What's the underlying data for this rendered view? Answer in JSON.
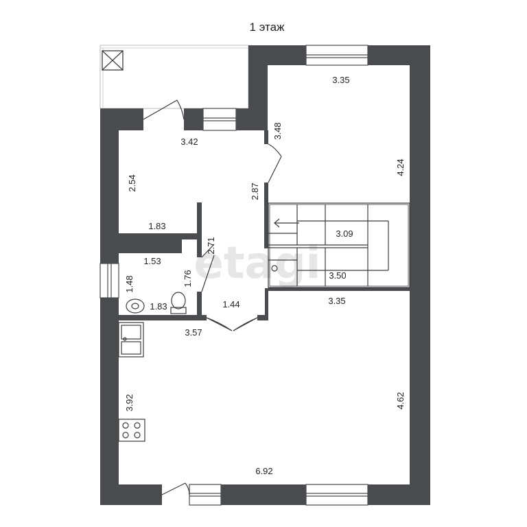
{
  "title": "1 этаж",
  "watermark": "etagi",
  "colors": {
    "wall": "#4a4b4e",
    "line": "#3a3a3a",
    "background": "#ffffff"
  },
  "dimensions": {
    "room_top_right_width": "3.35",
    "room_top_right_height": "4.24",
    "hall_top_width": "3.42",
    "hall_side_right": "3.48",
    "hall_left_height": "2.54",
    "hall_right_height": "2.87",
    "closet_width": "1.83",
    "corridor_height": "2.71",
    "bath_width": "1.53",
    "bath_height": "1.48",
    "bath_bottom_width": "1.83",
    "wc_height": "1.76",
    "vestibule_width": "1.44",
    "stairs_upper": "3.09",
    "stairs_lower": "3.50",
    "stair_bottom_width": "3.35",
    "kitchen_wall_width": "3.57",
    "living_left_height": "3.92",
    "living_right_height": "4.62",
    "living_width": "6.92"
  },
  "icons": [
    "window",
    "door-swing",
    "stairs-arrow",
    "sink",
    "toilet",
    "kitchen-sink",
    "stove",
    "ventilation"
  ]
}
